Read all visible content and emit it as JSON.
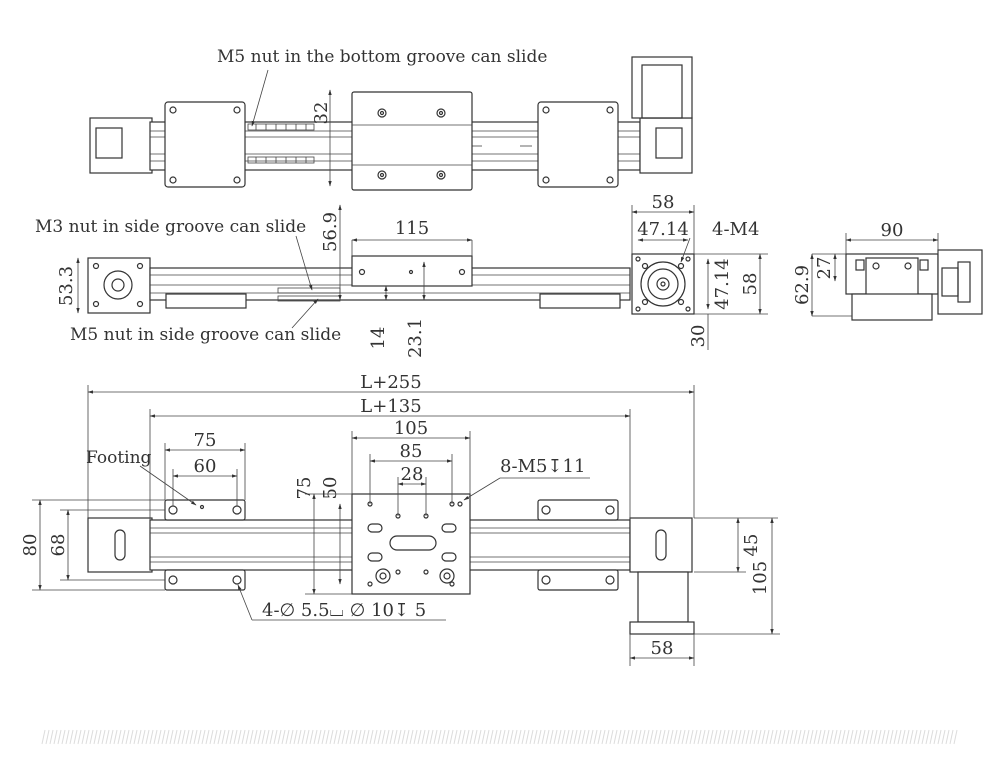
{
  "labels": {
    "note_bottom_groove": "M5 nut in the bottom groove can slide",
    "note_side_groove_m3": "M3 nut in side groove can slide",
    "note_side_groove_m5": "M5 nut in side groove can slide",
    "note_footing": "Footing",
    "callout_4_m4": "4-M4",
    "callout_8_m5": "8-M5↧11",
    "callout_holes": "4-∅ 5.5⌴ ∅ 10↧ 5"
  },
  "dimensions": {
    "top_32": "32",
    "side_56_9": "56.9",
    "side_115": "115",
    "side_53_3": "53.3",
    "side_14": "14",
    "side_23_1": "23.1",
    "end_58_top": "58",
    "end_47_14_h": "47.14",
    "end_47_14_v": "47.14",
    "end_58_right": "58",
    "end_30": "30",
    "sec_90": "90",
    "sec_27": "27",
    "sec_62_9": "62.9",
    "plan_L255": "L+255",
    "plan_L135": "L+135",
    "plan_105_top": "105",
    "plan_85": "85",
    "plan_28": "28",
    "plan_75_foot": "75",
    "plan_60_foot": "60",
    "plan_75_v": "75",
    "plan_50_v": "50",
    "plan_80": "80",
    "plan_68": "68",
    "plan_45": "45",
    "plan_105_right": "105",
    "plan_58_bottom": "58"
  }
}
